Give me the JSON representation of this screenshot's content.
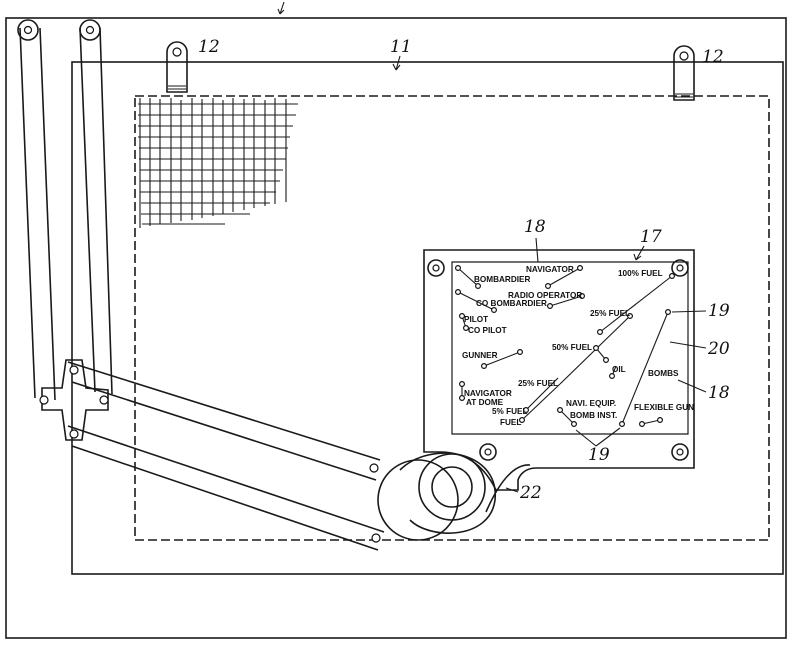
{
  "reference_numerals": {
    "top_arrow": "",
    "panel": "11",
    "hanger_left": "12",
    "hanger_right": "12",
    "panel_label_top": "18",
    "board": "17",
    "wire_right_top": "19",
    "wire_bottom": "19",
    "wire_line": "20",
    "label_bombs_ref": "18",
    "arm_ref": "22"
  },
  "board_labels": {
    "navigator": "NAVIGATOR",
    "bombardier": "BOMBARDIER",
    "radio_operator": "RADIO OPERATOR",
    "co_bombardier": "CO BOMBARDIER",
    "pilot": "PILOT",
    "co_pilot": "CO PILOT",
    "gunner": "GUNNER",
    "navigator_at_dome_1": "NAVIGATOR",
    "navigator_at_dome_2": "AT DOME",
    "fuel_100": "100% FUEL",
    "fuel_25_top": "25% FUEL",
    "fuel_50": "50% FUEL",
    "fuel_25_bottom": "25% FUEL",
    "fuel_5": "5% FUEL",
    "fuel": "FUEL",
    "oil": "OIL",
    "bombs": "BOMBS",
    "navi_equip": "NAVI. EQUIP.",
    "bomb_inst": "BOMB INST.",
    "flexible_gun": "FLEXIBLE GUN"
  }
}
